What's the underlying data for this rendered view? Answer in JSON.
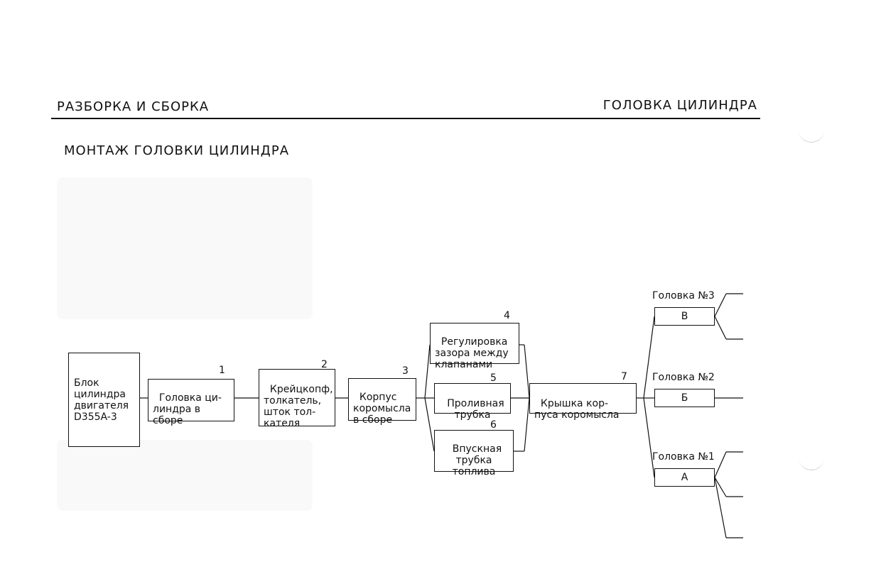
{
  "header": {
    "left": "РАЗБОРКА И СБОРКА",
    "right": "ГОЛОВКА ЦИЛИНДРА"
  },
  "subtitle": "МОНТАЖ ГОЛОВКИ ЦИЛИНДРА",
  "diagram": {
    "base_block": "Блок\nцилиндра\nдвигателя\nD355A-3",
    "steps": [
      {
        "number": "1",
        "label": "Головка ци-\nлиндра в\nсборе"
      },
      {
        "number": "2",
        "label": "Крейцкопф,\nтолкатель,\nшток тол-\nкателя"
      },
      {
        "number": "3",
        "label": "Корпус\nкоромысла\nв сборе"
      },
      {
        "number": "4",
        "label": "Регулировка\nзазора между\nклапанами"
      },
      {
        "number": "5",
        "label": "Проливная\nтрубка"
      },
      {
        "number": "6",
        "label": "Впускная\nтрубка\nтоплива"
      },
      {
        "number": "7",
        "label": "Крышка кор-\nпуса коромысла"
      }
    ],
    "outputs": [
      {
        "title": "Головка №3",
        "code": "В"
      },
      {
        "title": "Головка №2",
        "code": "Б"
      },
      {
        "title": "Головка №1",
        "code": "А"
      }
    ]
  }
}
